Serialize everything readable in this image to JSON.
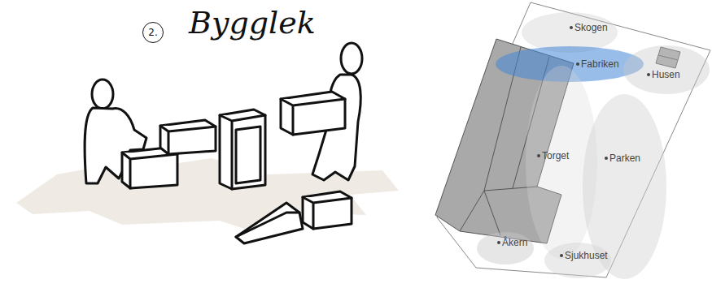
{
  "diagram": {
    "title": "Bygglek",
    "nodes": [
      {
        "text": [
          "Skogen"
        ]
      },
      {
        "text": [
          "Fabriken"
        ]
      },
      {
        "text": [
          "Husen"
        ]
      },
      {
        "text": [
          "Torget"
        ]
      },
      {
        "text": [
          "Parken"
        ]
      },
      {
        "text": [
          "Åkern"
        ]
      },
      {
        "text": [
          "Sjukhuset"
        ]
      }
    ],
    "labels": [
      "2."
    ]
  }
}
